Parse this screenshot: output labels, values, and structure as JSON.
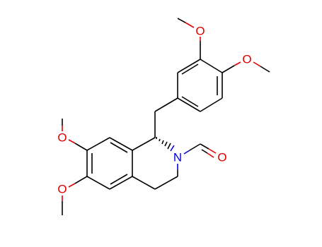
{
  "molecule": {
    "atoms": {
      "o_meta": "O",
      "o_para": "O",
      "o_c7": "O",
      "o_c6": "O",
      "n2": "N",
      "o_formyl": "O"
    },
    "colors": {
      "bond": "#000000",
      "oxygen": "#e00000",
      "nitrogen": "#0000e0"
    }
  }
}
